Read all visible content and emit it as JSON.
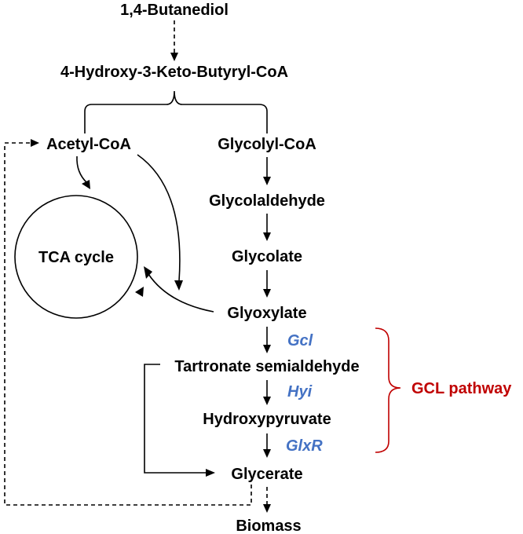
{
  "metabolites": {
    "butanediol": "1,4-Butanediol",
    "hydroxy_keto_butyryl_coa": "4-Hydroxy-3-Keto-Butyryl-CoA",
    "acetyl_coa": "Acetyl-CoA",
    "glycolyl_coa": "Glycolyl-CoA",
    "glycolaldehyde": "Glycolaldehyde",
    "glycolate": "Glycolate",
    "glyoxylate": "Glyoxylate",
    "tartronate_semialdehyde": "Tartronate semialdehyde",
    "hydroxypyruvate": "Hydroxypyruvate",
    "glycerate": "Glycerate",
    "biomass": "Biomass"
  },
  "cycle_label": "TCA cycle",
  "enzymes": {
    "gcl": "Gcl",
    "hyi": "Hyi",
    "glxr": "GlxR"
  },
  "pathway_label": "GCL pathway",
  "colors": {
    "text": "#000000",
    "enzyme": "#4472C4",
    "pathway": "#C00000"
  }
}
